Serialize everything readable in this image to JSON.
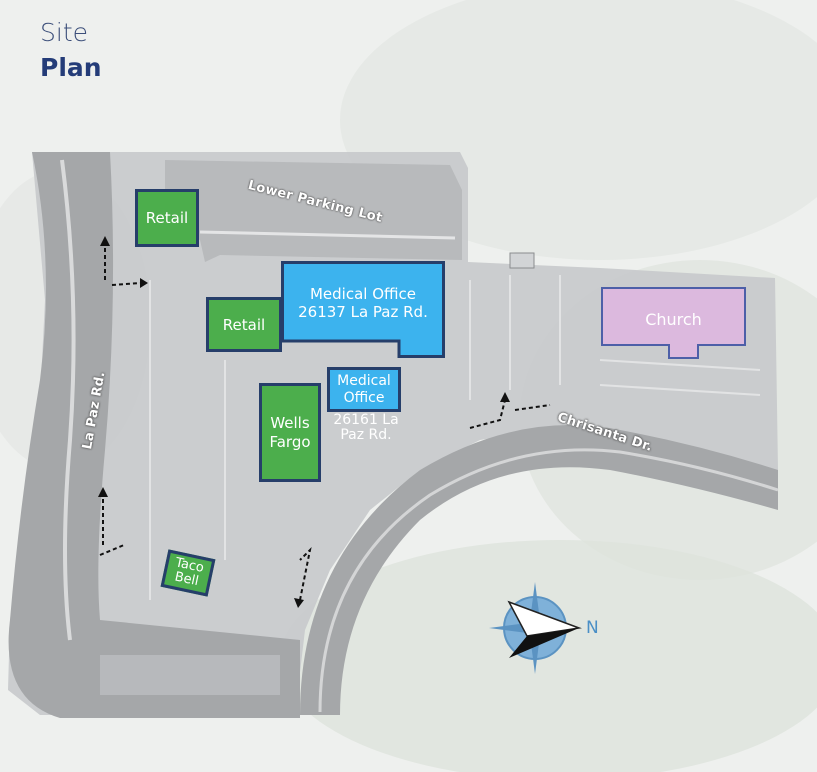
{
  "header": {
    "title_light": "Site",
    "title_bold": "Plan"
  },
  "buildings": {
    "retail_top": "Retail",
    "retail_mid": "Retail",
    "medical_main_name": "Medical Office",
    "medical_main_addr": "26137 La Paz Rd.",
    "medical_small_name": "Medical Office",
    "medical_small_addr": "26161 La Paz Rd.",
    "wells_fargo": "Wells Fargo",
    "taco_bell": "Taco Bell",
    "church": "Church"
  },
  "roads": {
    "la_paz": "La Paz Rd.",
    "lower_lot": "Lower Parking Lot",
    "chrisanta": "Chrisanta Dr."
  },
  "compass": {
    "label": "N"
  },
  "colors": {
    "retail": "#4cae4c",
    "medical": "#3cb3ee",
    "church": "#dcb9de",
    "road": "#9a9c9e"
  }
}
